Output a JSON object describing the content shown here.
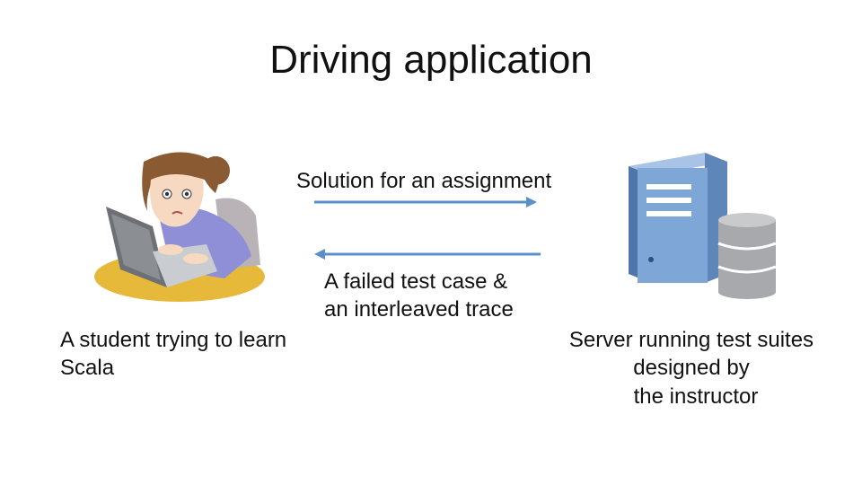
{
  "slide": {
    "title": "Driving application"
  },
  "diagram": {
    "request_label": "Solution for an assignment",
    "response_label_line1": "A failed test case &",
    "response_label_line2": "an interleaved trace",
    "student_caption_line1": "A student trying to learn",
    "student_caption_line2": "Scala",
    "server_caption_line1": "Server running test suites",
    "server_caption_line2": "designed by",
    "server_caption_line3": "the instructor"
  },
  "colors": {
    "arrow": "#5b8fc9",
    "server_body": "#7ea6d6",
    "database": "#a7a9ac",
    "student_shirt": "#8e8fd6",
    "student_hair": "#8a5a32",
    "desk": "#e7b93b",
    "laptop": "#6d7176"
  }
}
